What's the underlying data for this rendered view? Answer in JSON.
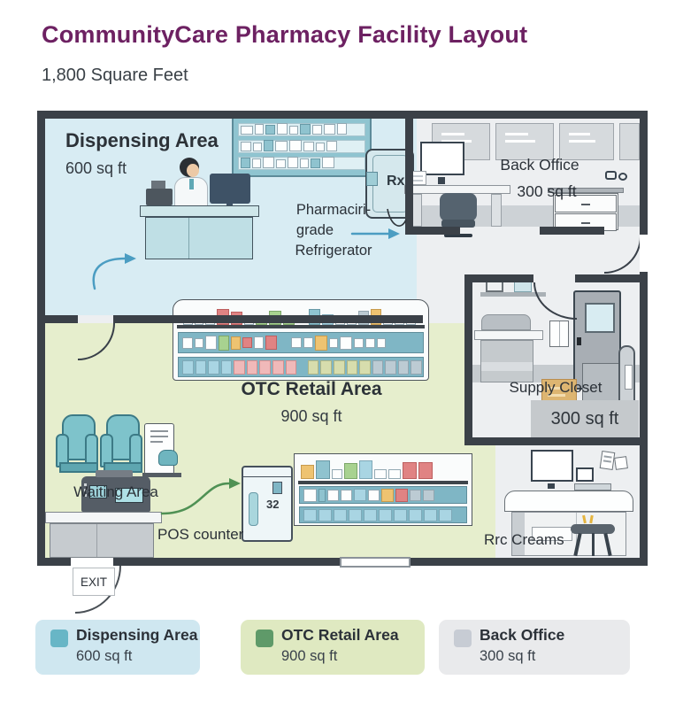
{
  "header": {
    "title": "CommunityCare Pharmacy Facility Layout",
    "subtitle": "1,800 Square Feet"
  },
  "floorplan": {
    "dispensing": {
      "label": "Dispensing Area",
      "area": "600 sq ft"
    },
    "back_office": {
      "label": "Back Office",
      "area": "300 sq ft"
    },
    "otc": {
      "label": "OTC Retail Area",
      "area": "900 sq ft"
    },
    "supply_closet": {
      "label": "Supply Closet",
      "area": "300 sq ft"
    },
    "waiting_area_label": "Waiting Area",
    "pos_counter_label": "POS counter",
    "rx_creams_label": "Rrc Creams",
    "exit_label": "EXIT",
    "refrigerator_note": {
      "line1": "Pharmaciri-",
      "line2": "grade",
      "line3": "Refrigerator"
    },
    "rx_fridge_label": "Rx",
    "mini_fridge_temp": "32"
  },
  "legend": {
    "items": [
      {
        "label": "Dispensing Area",
        "area": "600 sq ft",
        "swatch": "#68b6c6",
        "bg": "#cfe7f0"
      },
      {
        "label": "OTC Retail Area",
        "area": "900 sq ft",
        "swatch": "#5f9a69",
        "bg": "#dfe9c1"
      },
      {
        "label": "Back Office",
        "area": "300 sq ft",
        "swatch": "#c7ccd4",
        "bg": "#e9eaec"
      }
    ]
  },
  "colors": {
    "title": "#6d2162",
    "wall": "#3b4148",
    "dispensing_bg": "#d8ecf3",
    "otc_bg": "#e6eecd",
    "neutral_bg": "#edeff1",
    "arrow_blue": "#4b9dc2",
    "arrow_green": "#4f9154"
  }
}
